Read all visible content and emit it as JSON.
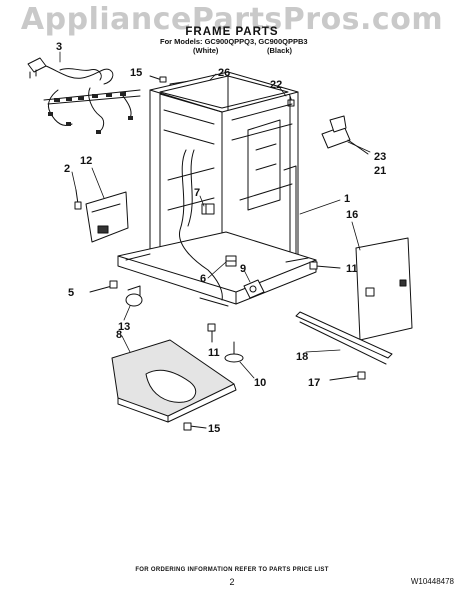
{
  "header": {
    "watermark": "AppliancePartsPros.com",
    "title": "FRAME PARTS",
    "models_line": "For Models: GC900QPPQ3, GC900QPPB3",
    "variant_white": "(White)",
    "variant_black": "(Black)"
  },
  "callouts": [
    "3",
    "15",
    "26",
    "22",
    "2",
    "12",
    "7",
    "1",
    "16",
    "23",
    "21",
    "9",
    "11",
    "6",
    "5",
    "13",
    "8",
    "11",
    "10",
    "18",
    "17",
    "15"
  ],
  "footer": {
    "ordering_note": "FOR ORDERING INFORMATION REFER TO PARTS PRICE LIST",
    "page_number": "2",
    "document_number": "W10448478"
  }
}
